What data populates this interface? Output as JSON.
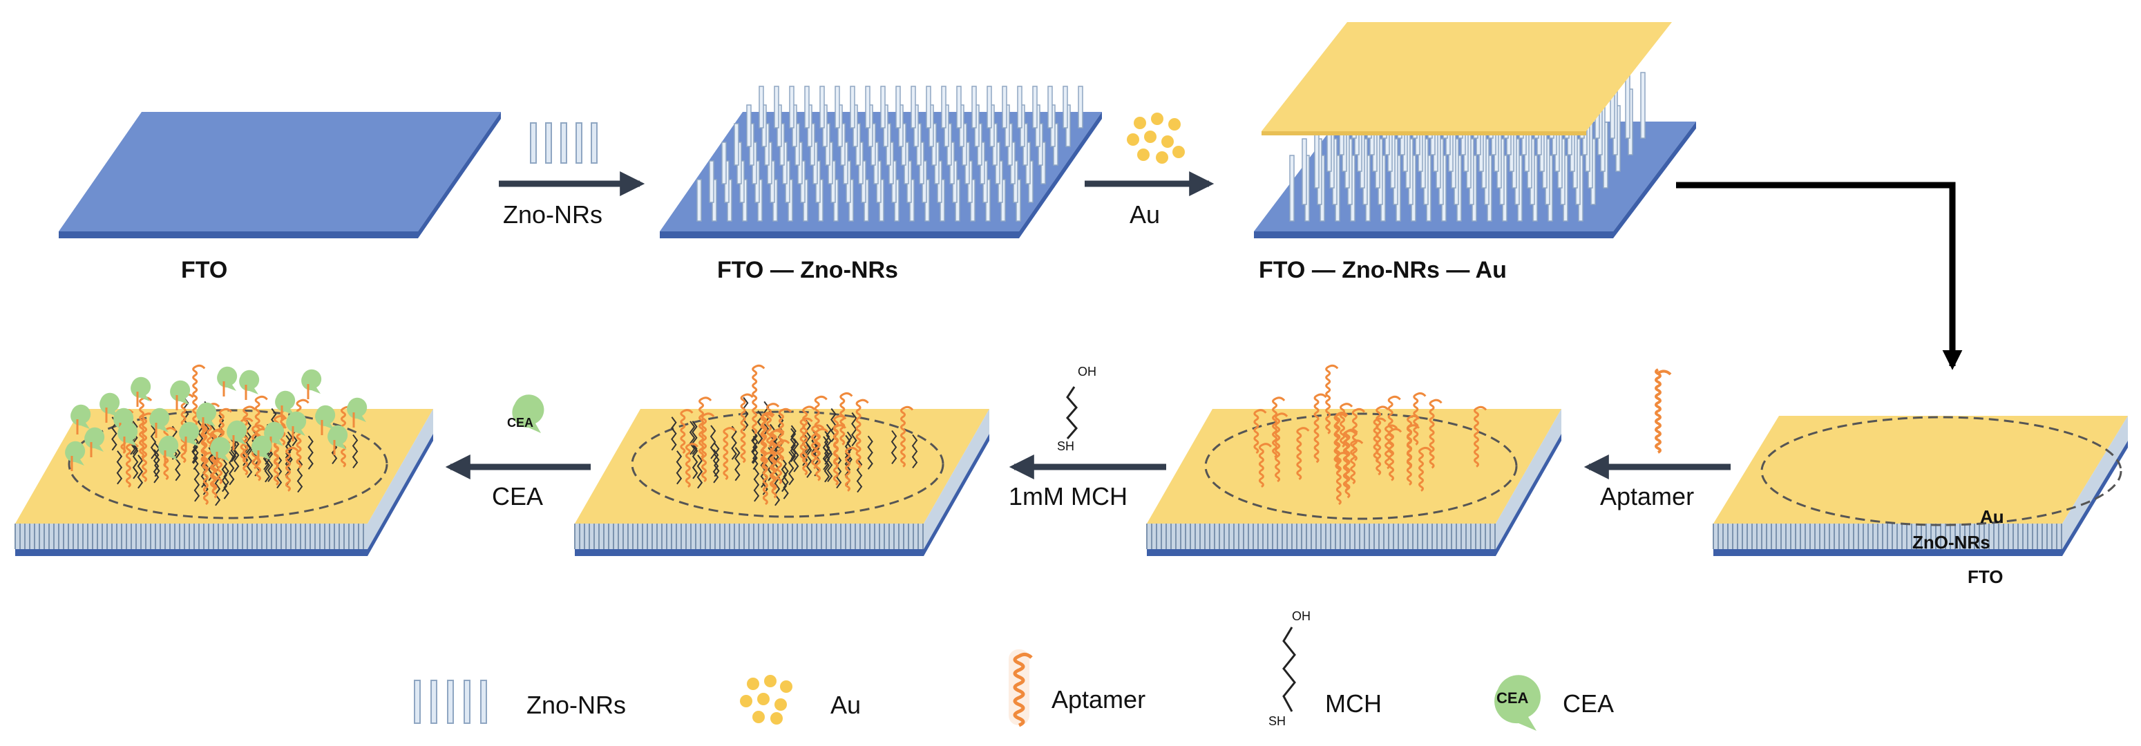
{
  "stages": {
    "fto": "FTO",
    "fto_zno": "FTO — Zno-NRs",
    "fto_zno_au": "FTO — Zno-NRs — Au"
  },
  "steps": {
    "zno": "Zno-NRs",
    "au": "Au",
    "aptamer": "Aptamer",
    "mch": "1mM MCH",
    "cea": "CEA"
  },
  "layers": {
    "au": "Au",
    "zno": "ZnO-NRs",
    "fto": "FTO"
  },
  "chem": {
    "oh": "OH",
    "sh": "SH",
    "cea_badge": "CEA"
  },
  "legend": {
    "zno": "Zno-NRs",
    "au": "Au",
    "aptamer": "Aptamer",
    "mch": "MCH",
    "cea": "CEA"
  },
  "colors": {
    "fto_blue": "#6f8fcf",
    "fto_edge": "#3d5fa8",
    "gold": "#f9d97a",
    "aptamer": "#f08a3c",
    "cea_green": "#a5d68f",
    "arrow": "#333d4d",
    "nanorod": "#b8cbe0"
  }
}
